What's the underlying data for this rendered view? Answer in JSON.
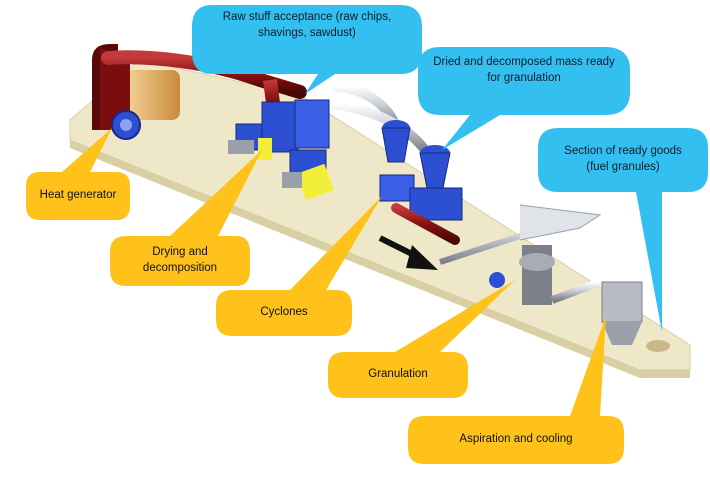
{
  "colors": {
    "callout_blue": "#33bff0",
    "callout_yellow": "#ffc21a",
    "floor": "#efe8c8",
    "duct_red": "#8a1010",
    "machine_blue": "#2d4fd1",
    "machine_yellow": "#f2ee3a"
  },
  "labels": {
    "raw_stuff": "Raw stuff acceptance (raw chips,\nshavings, sawdust)",
    "dried_mass": "Dried and decomposed mass ready\nfor granulation",
    "ready_goods": "Section of ready goods\n(fuel granules)",
    "heat_generator": "Heat generator",
    "drying": "Drying and\ndecomposition",
    "cyclones": "Cyclones",
    "granulation": "Granulation",
    "aspiration": "Aspiration and cooling"
  },
  "icons": [
    "flow-direction-arrow-icon"
  ]
}
